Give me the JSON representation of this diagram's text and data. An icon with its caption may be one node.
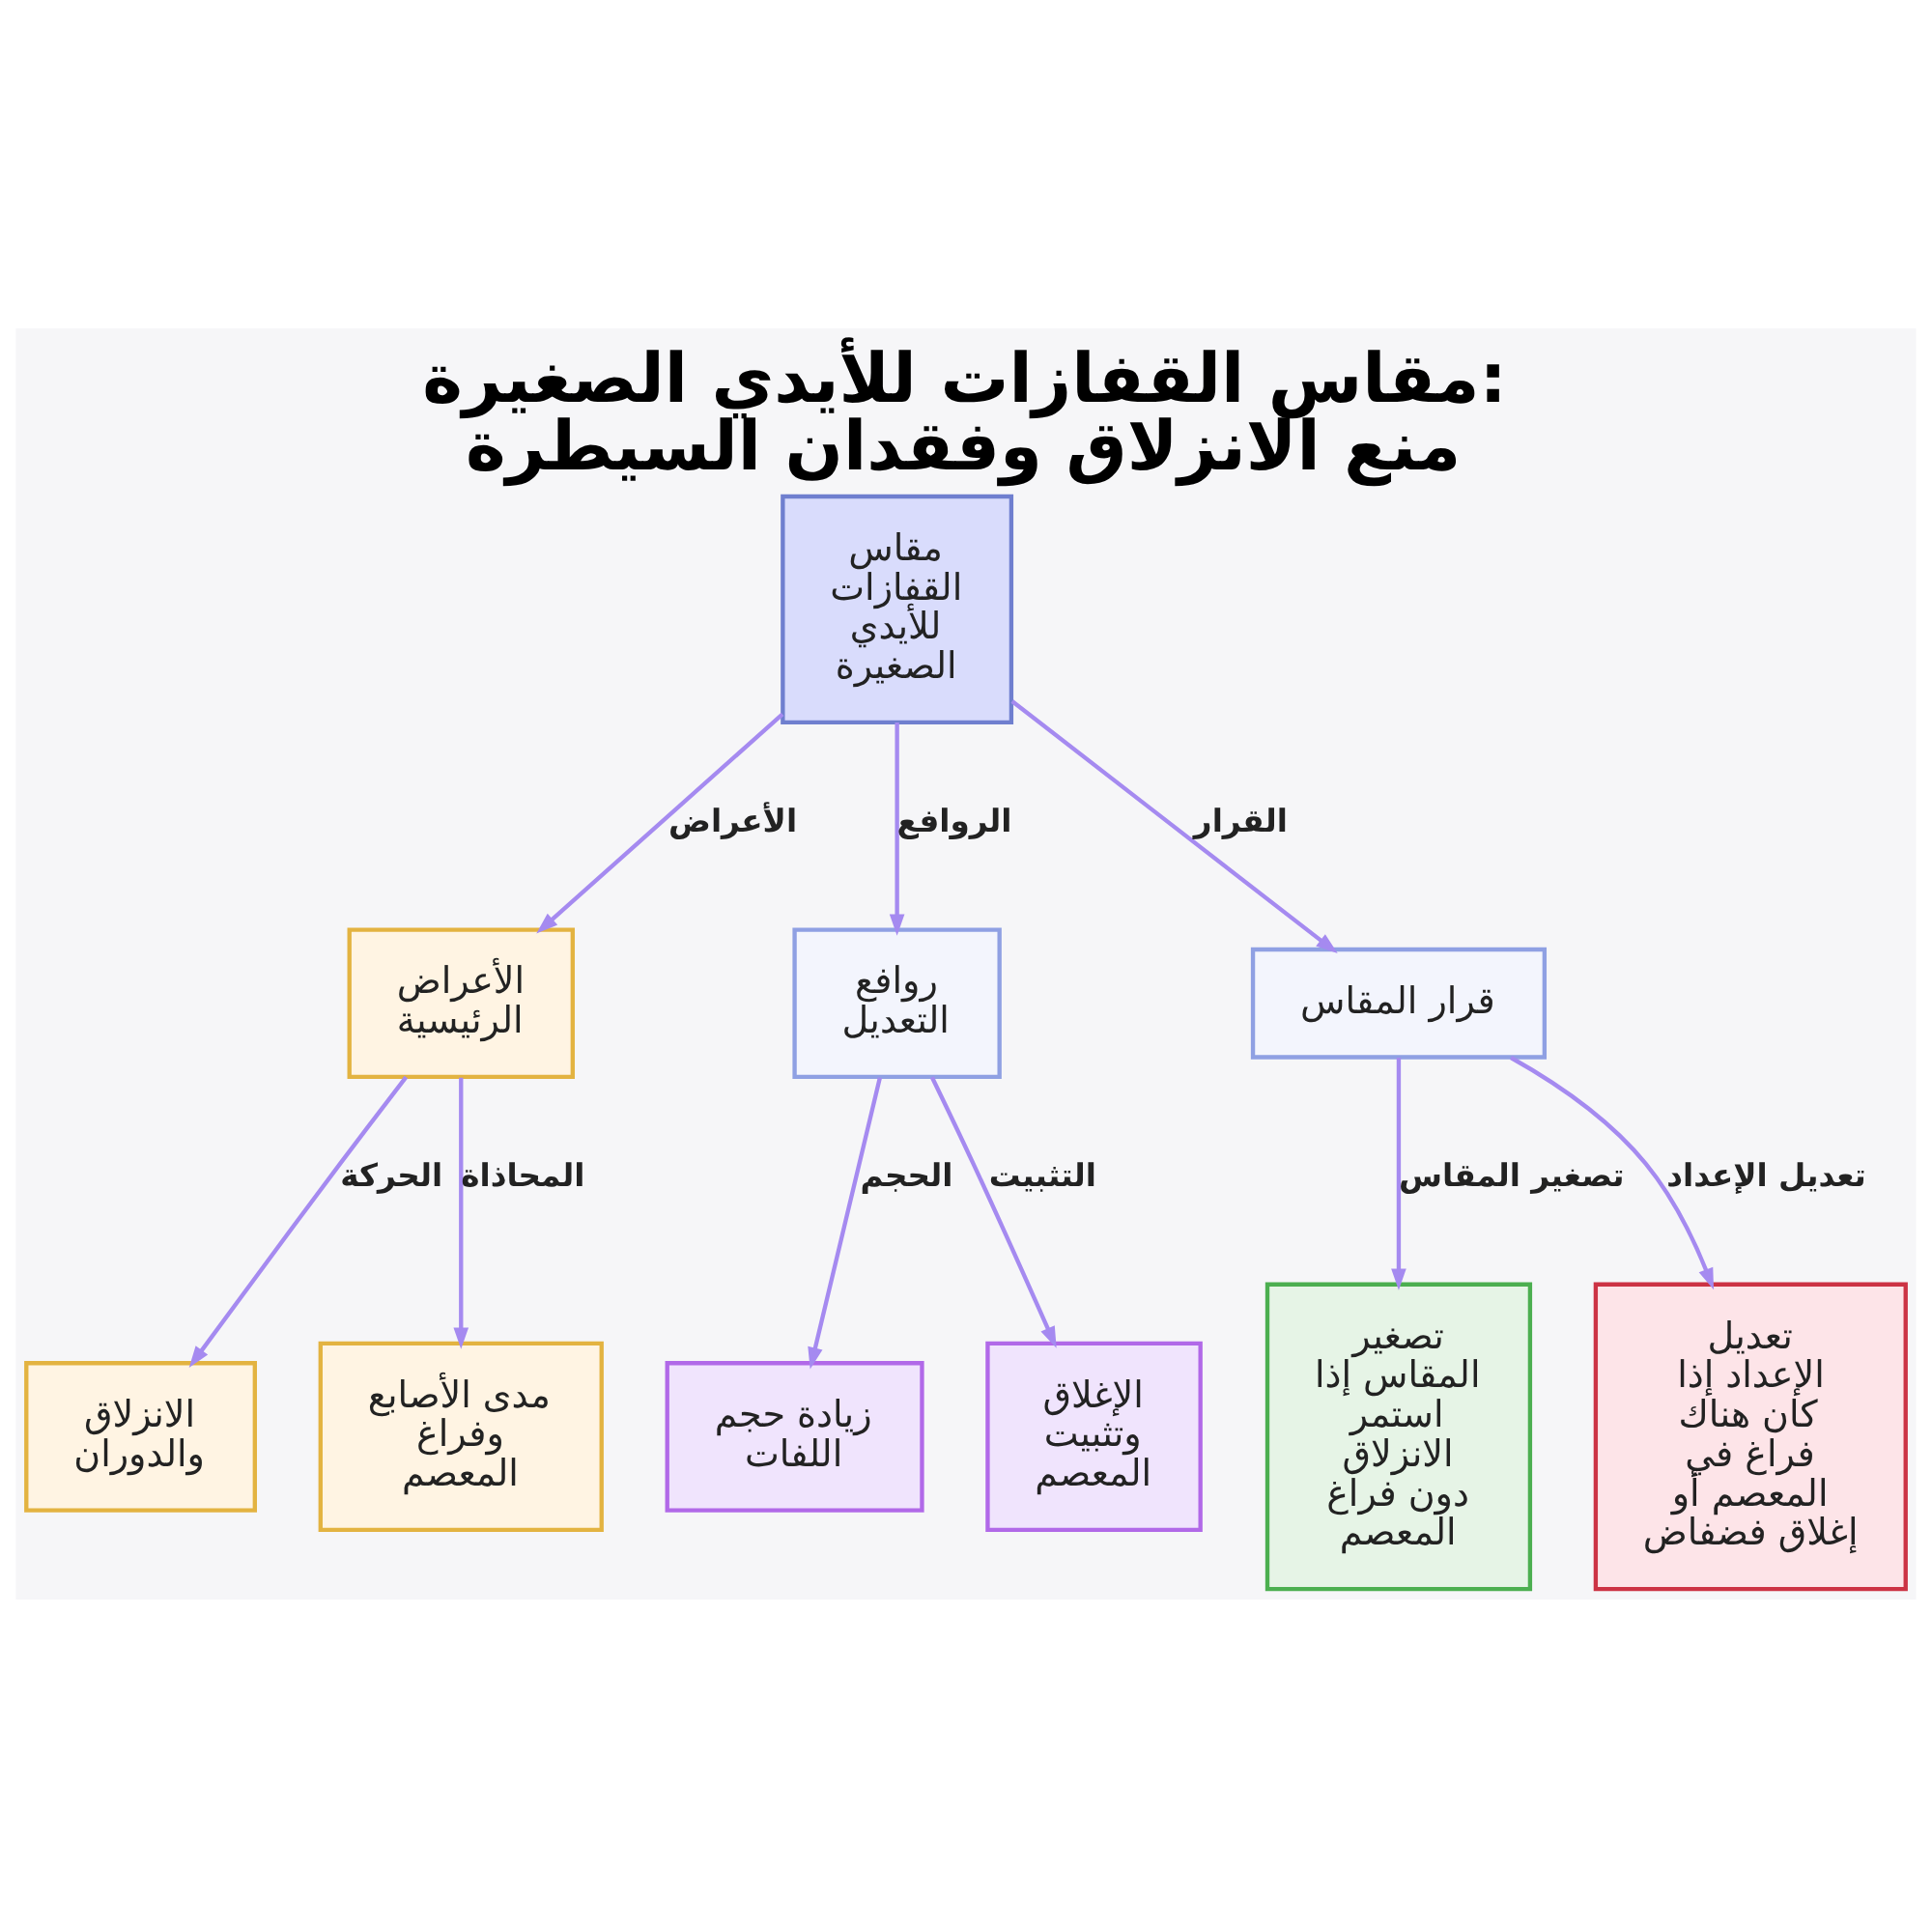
{
  "diagram": {
    "title": "مقاس القفازات للأيدي الصغيرة: منع الانزلاق وفقدان السيطرة",
    "nodes": [
      {
        "text": [
          "مقاس القفازات للأيدي الصغيرة"
        ]
      },
      {
        "text": [
          "الأعراض الرئيسية"
        ]
      },
      {
        "text": [
          "روافع التعديل"
        ]
      },
      {
        "text": [
          "قرار المقاس"
        ]
      },
      {
        "text": [
          "الانزلاق والدوران"
        ]
      },
      {
        "text": [
          "مدى الأصابع وفراغ المعصم"
        ]
      },
      {
        "text": [
          "زيادة حجم اللفات"
        ]
      },
      {
        "text": [
          "الإغلاق وتثبيت المعصم"
        ]
      },
      {
        "text": [
          "تصغير المقاس إذا استمر الانزلاق دون فراغ المعصم"
        ]
      },
      {
        "text": [
          "تعديل الإعداد إذا كان هناك فراغ في المعصم أو إغلاق فضفاض"
        ]
      }
    ],
    "edges": [
      {
        "from": 0,
        "to": 1,
        "arrow": "to",
        "label": "الأعراض"
      },
      {
        "from": 0,
        "to": 2,
        "arrow": "to",
        "label": "الروافع"
      },
      {
        "from": 0,
        "to": 3,
        "arrow": "to",
        "label": "القرار"
      },
      {
        "from": 1,
        "to": 4,
        "arrow": "to",
        "label": "الحركة"
      },
      {
        "from": 1,
        "to": 5,
        "arrow": "to",
        "label": "المحاذاة"
      },
      {
        "from": 2,
        "to": 6,
        "arrow": "to",
        "label": "الحجم"
      },
      {
        "from": 2,
        "to": 7,
        "arrow": "to",
        "label": "التثبيت"
      },
      {
        "from": 3,
        "to": 8,
        "arrow": "to",
        "label": "تصغير المقاس"
      },
      {
        "from": 3,
        "to": 9,
        "arrow": "to",
        "label": "تعديل الإعداد"
      }
    ]
  }
}
